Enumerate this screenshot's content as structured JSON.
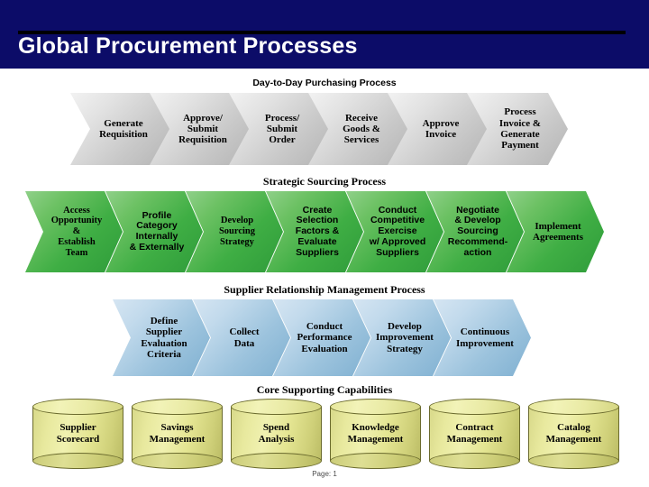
{
  "slide": {
    "title": "Global Procurement Processes",
    "footer": "Page: 1",
    "banner_color": "#0c0c68",
    "title_color": "#ffffff"
  },
  "sections": [
    {
      "id": "day-to-day",
      "heading": "Day-to-Day Purchasing Process",
      "heading_font": "sans",
      "shape": "chevron",
      "color": "#c9c9c9",
      "steps": [
        {
          "label": "Generate\nRequisition",
          "font": "serif"
        },
        {
          "label": "Approve/\nSubmit\nRequisition",
          "font": "serif"
        },
        {
          "label": "Process/\nSubmit\nOrder",
          "font": "serif"
        },
        {
          "label": "Receive\nGoods &\nServices",
          "font": "serif"
        },
        {
          "label": "Approve\nInvoice",
          "font": "serif"
        },
        {
          "label": "Process\nInvoice &\nGenerate\nPayment",
          "font": "serif"
        }
      ]
    },
    {
      "id": "strategic-sourcing",
      "heading": "Strategic Sourcing Process",
      "heading_font": "serif",
      "shape": "chevron",
      "color": "#3fae44",
      "steps": [
        {
          "label": "Access\nOpportunity\n&\nEstablish\nTeam",
          "font": "serif"
        },
        {
          "label": "Profile\nCategory\nInternally\n& Externally",
          "font": "sans"
        },
        {
          "label": "Develop\nSourcing\nStrategy",
          "font": "serif"
        },
        {
          "label": "Create\nSelection\nFactors &\nEvaluate\nSuppliers",
          "font": "sans"
        },
        {
          "label": "Conduct\nCompetitive\nExercise\nw/ Approved\nSuppliers",
          "font": "sans"
        },
        {
          "label": "Negotiate\n& Develop\nSourcing\nRecommend-\naction",
          "font": "sans"
        },
        {
          "label": "Implement\nAgreements",
          "font": "serif"
        }
      ]
    },
    {
      "id": "supplier-relationship",
      "heading": "Supplier Relationship Management Process",
      "heading_font": "serif",
      "shape": "chevron",
      "color": "#9cc3dd",
      "steps": [
        {
          "label": "Define\nSupplier\nEvaluation\nCriteria",
          "font": "serif"
        },
        {
          "label": "Collect\nData",
          "font": "serif"
        },
        {
          "label": "Conduct\nPerformance\nEvaluation",
          "font": "serif"
        },
        {
          "label": "Develop\nImprovement\nStrategy",
          "font": "serif"
        },
        {
          "label": "Continuous\nImprovement",
          "font": "serif"
        }
      ]
    },
    {
      "id": "core-supporting",
      "heading": "Core Supporting Capabilities",
      "heading_font": "serif",
      "shape": "cylinder",
      "color": "#e4e592",
      "steps": [
        {
          "label": "Supplier\nScorecard",
          "font": "serif"
        },
        {
          "label": "Savings\nManagement",
          "font": "serif"
        },
        {
          "label": "Spend\nAnalysis",
          "font": "serif"
        },
        {
          "label": "Knowledge\nManagement",
          "font": "serif"
        },
        {
          "label": "Contract\nManagement",
          "font": "serif"
        },
        {
          "label": "Catalog\nManagement",
          "font": "serif"
        }
      ]
    }
  ]
}
